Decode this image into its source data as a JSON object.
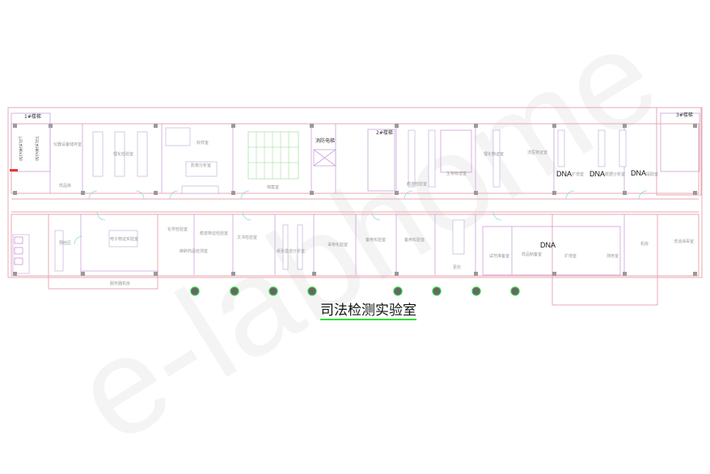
{
  "title": "司法检测实验室",
  "watermark": "e-labhome",
  "stairs": [
    "1#楼梯",
    "2#楼梯",
    "3#楼梯"
  ],
  "stair_notes": [
    "上21步280x150",
    "下21步280x150"
  ],
  "fire_elevator": "消防电梯",
  "dna_labels": [
    "DNA",
    "DNA",
    "DNA",
    "DNA"
  ],
  "rooms_top": [
    "仪器设备储存室",
    "理化检验室",
    "样品库",
    "收样室",
    "影像分析室",
    "档案室",
    "痕迹检验室",
    "生物物证室",
    "理化物证室",
    "法医物证室",
    "扩增室",
    "数据分析室",
    "提取室"
  ],
  "rooms_bottom": [
    "预检区",
    "电子物证实验室",
    "服务器机房",
    "化学检验室",
    "痕迹物证检验室",
    "文书检验室",
    "纸张墨迹分析室",
    "毒物化验室",
    "麻醉药品检测室",
    "备用实验室",
    "备用实验室",
    "更衣",
    "试剂准备室",
    "样品制备室",
    "扩增室",
    "测序室",
    "机房",
    "洗消消毒室"
  ],
  "columns_count": 8
}
